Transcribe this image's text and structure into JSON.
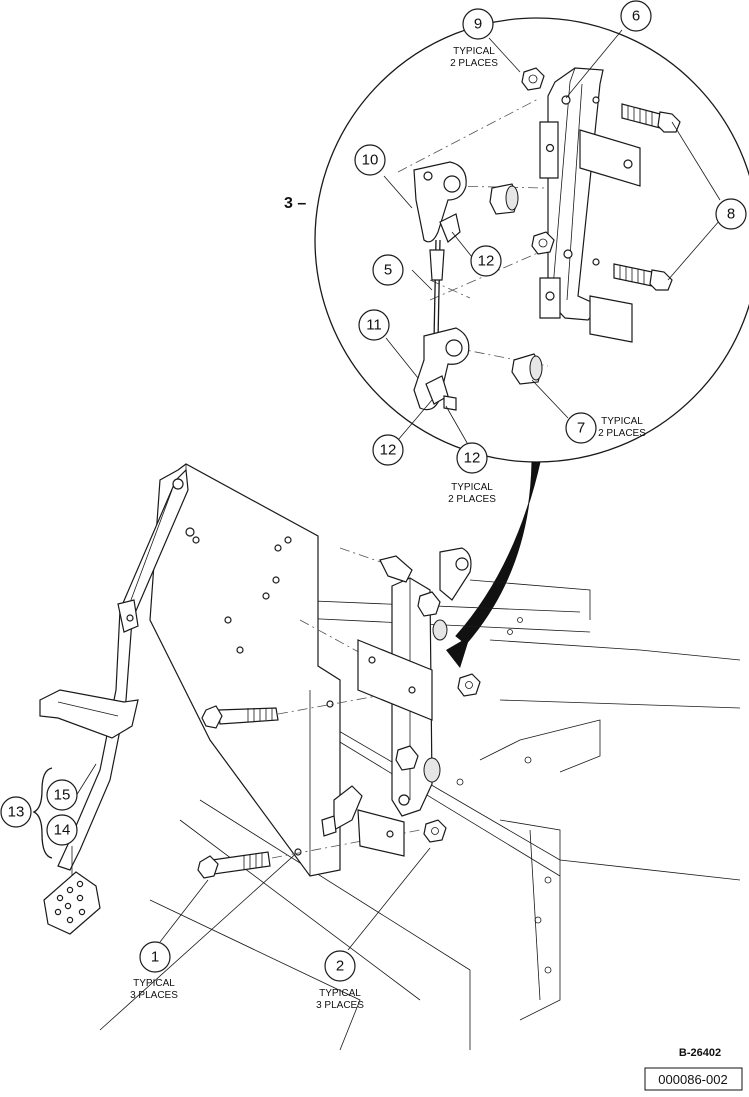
{
  "callouts": {
    "c1": "1",
    "c2": "2",
    "c5": "5",
    "c6": "6",
    "c7": "7",
    "c8": "8",
    "c9": "9",
    "c10": "10",
    "c11": "11",
    "c12a": "12",
    "c12b": "12",
    "c12c": "12",
    "c13": "13",
    "c14": "14",
    "c15": "15"
  },
  "notes": {
    "typical": "TYPICAL",
    "two_places": "2 PLACES",
    "three_places": "3 PLACES"
  },
  "detail_label": "3 –",
  "figure_id": "B-26402",
  "document_id": "000086-002"
}
